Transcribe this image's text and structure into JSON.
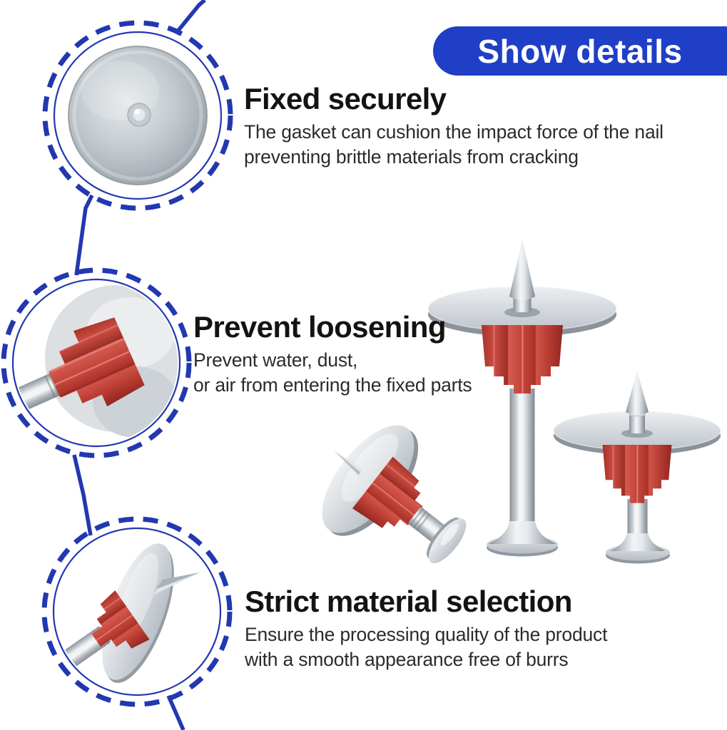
{
  "banner": {
    "label": "Show details"
  },
  "sections": [
    {
      "id": "fixed-securely",
      "title": "Fixed securely",
      "body_lines": [
        "The gasket can cushion the impact force of the nail",
        "preventing brittle materials from cracking"
      ]
    },
    {
      "id": "prevent-loosening",
      "title": "Prevent loosening",
      "body_lines": [
        "Prevent water, dust,",
        "or air from entering the fixed parts"
      ]
    },
    {
      "id": "strict-material-selection",
      "title": "Strict material selection",
      "body_lines": [
        "Ensure the processing quality of the product",
        "with a smooth appearance free of burrs"
      ]
    }
  ],
  "callouts": [
    {
      "name": "gasket-top-view",
      "description": "metal gasket disc seen from above"
    },
    {
      "name": "red-collar-closeup",
      "description": "close-up of red plastic collar on nail shaft"
    },
    {
      "name": "nail-side-view",
      "description": "drive pin with washer and red collar, side view"
    }
  ],
  "product": {
    "description": "three drive pins with metal washers and red collars"
  },
  "colors": {
    "accent_blue": "#1f3fc6",
    "dash_blue": "#2238b0",
    "collar_red": "#c4453b",
    "metal_silver": "#c9ced4",
    "heading_text": "#131313",
    "body_text": "#2b2b2b"
  }
}
